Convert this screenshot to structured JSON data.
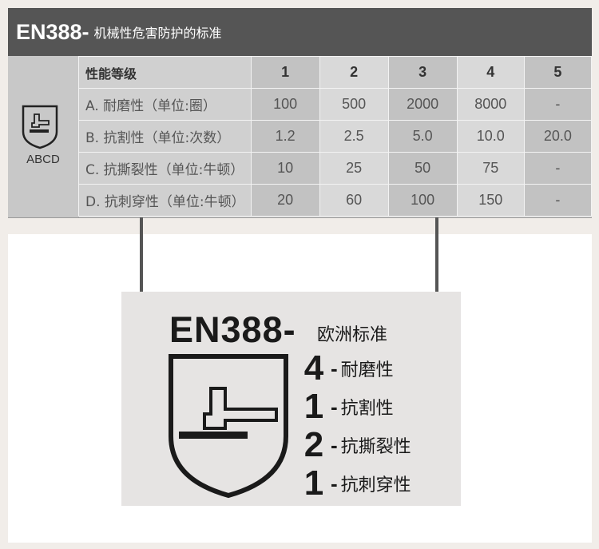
{
  "header": {
    "code": "EN388-",
    "desc": "机械性危害防护的标准"
  },
  "icon_block": {
    "icon": "glove-hammer-shield-icon",
    "caption": "ABCD"
  },
  "table": {
    "header_label": "性能等级",
    "levels": [
      "1",
      "2",
      "3",
      "4",
      "5"
    ],
    "rows": [
      {
        "label": "A. 耐磨性（单位:圈）",
        "values": [
          "100",
          "500",
          "2000",
          "8000",
          "-"
        ]
      },
      {
        "label": "B. 抗割性（单位:次数）",
        "values": [
          "1.2",
          "2.5",
          "5.0",
          "10.0",
          "20.0"
        ]
      },
      {
        "label": "C. 抗撕裂性（单位:牛顿）",
        "values": [
          "10",
          "25",
          "50",
          "75",
          "-"
        ]
      },
      {
        "label": "D. 抗刺穿性（单位:牛顿）",
        "values": [
          "20",
          "60",
          "100",
          "150",
          "-"
        ]
      }
    ]
  },
  "sign": {
    "code": "EN388-",
    "desc": "欧洲标准",
    "icon": "hammer-shield-icon",
    "ratings": [
      {
        "value": "4",
        "label": "耐磨性"
      },
      {
        "value": "1",
        "label": "抗割性"
      },
      {
        "value": "2",
        "label": "抗撕裂性"
      },
      {
        "value": "1",
        "label": "抗刺穿性"
      }
    ]
  },
  "colors": {
    "header_bg": "#555555",
    "page_bg": "#f1ede9",
    "panel_bg": "#ffffff",
    "sign_bg": "#e6e4e3"
  }
}
